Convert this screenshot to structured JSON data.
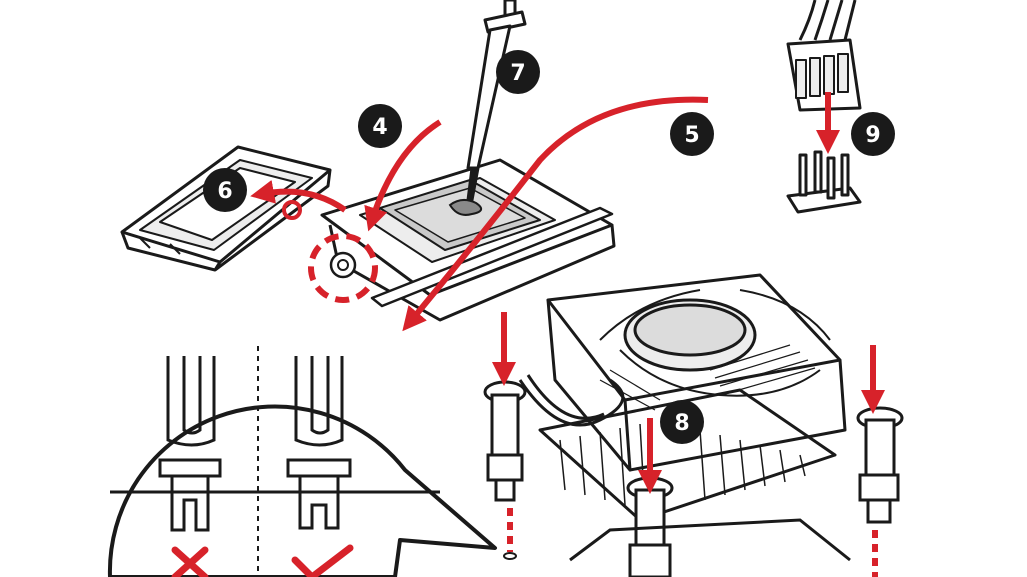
{
  "steps": {
    "s4": "4",
    "s5": "5",
    "s6": "6",
    "s7": "7",
    "s8": "8",
    "s9": "9"
  },
  "colors": {
    "accent_red": "#d7222a",
    "line": "#1a1a1a",
    "badge": "#1a1a1a",
    "fill_gray": "#c9c9c9",
    "fill_light": "#ededed"
  },
  "icons": {
    "wrong": "cross-mark-icon",
    "correct": "check-mark-icon"
  }
}
